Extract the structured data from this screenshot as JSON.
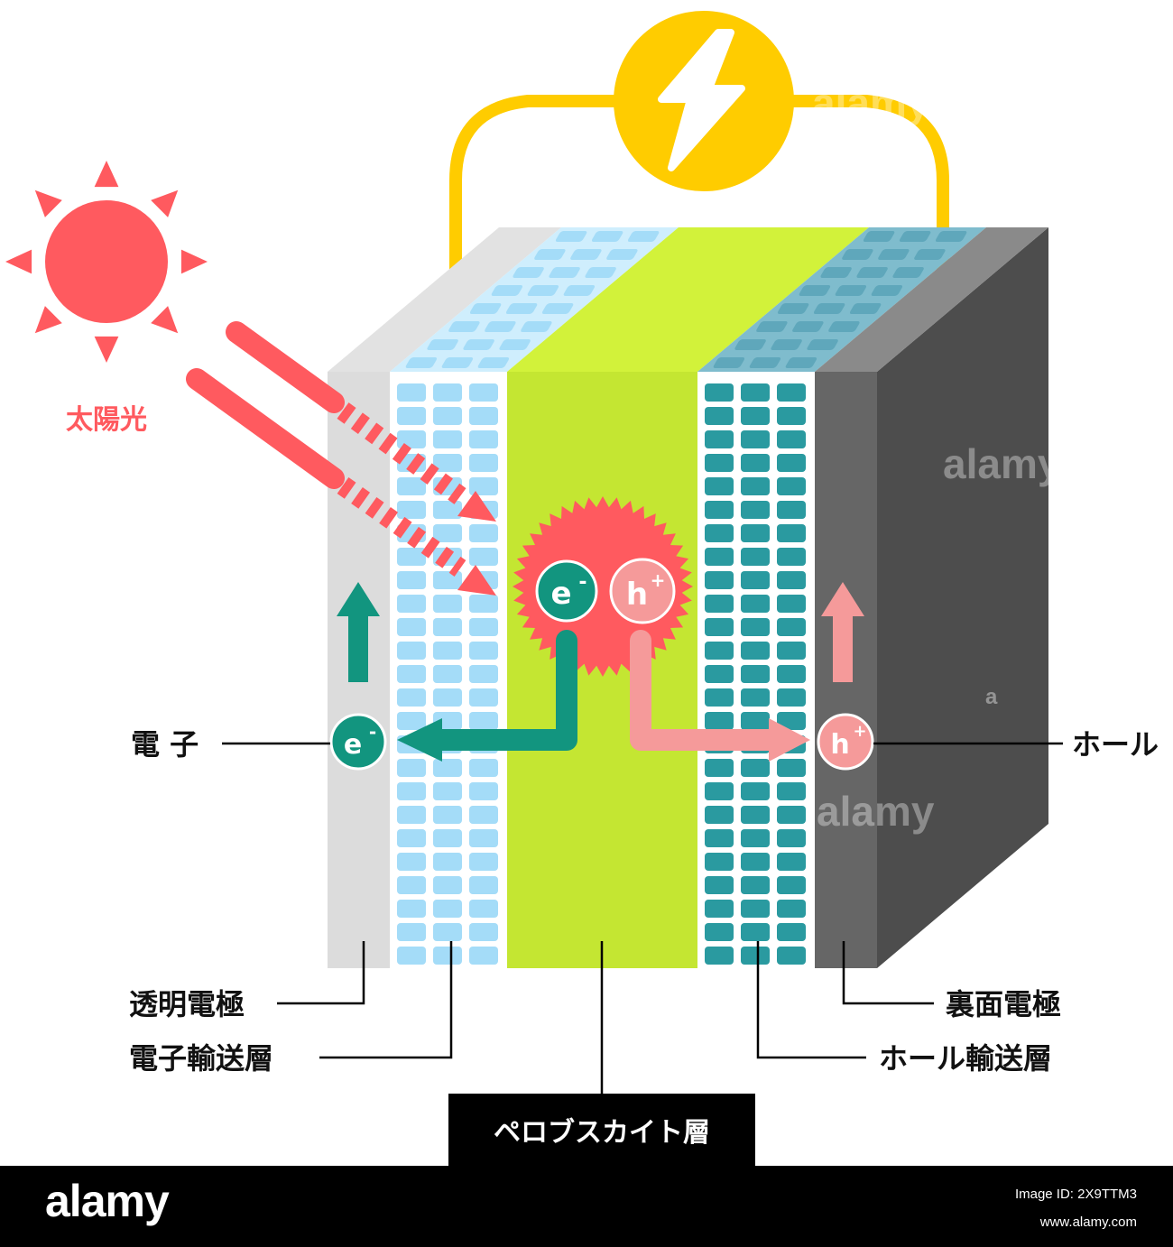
{
  "labels": {
    "sunlight": "太陽光",
    "electron": "電 子",
    "hole": "ホール",
    "transparent_electrode": "透明電極",
    "electron_transport_layer": "電子輸送層",
    "perovskite_layer": "ペロブスカイト層",
    "back_electrode": "裏面電極",
    "hole_transport_layer": "ホール輸送層"
  },
  "particles": {
    "electron_symbol": "e",
    "electron_charge": "-",
    "hole_symbol": "h",
    "hole_charge": "+"
  },
  "watermarks": [
    "alamy",
    "alamy",
    "alamy",
    "alamy",
    "a"
  ],
  "footer": {
    "brand": "alamy",
    "image_id_label": "Image ID: 2X9TTM3",
    "site": "www.alamy.com"
  },
  "colors": {
    "sun": "#ff5a5f",
    "circuit": "#ffcc00",
    "electron": "#12957f",
    "hole": "#f59a9a",
    "perovskite": "#c8e632",
    "electron_transport": "#a4dcf8",
    "hole_transport": "#2a9aa0",
    "transparent_electrode": "#dcdcdc",
    "back_electrode": "#666666"
  }
}
